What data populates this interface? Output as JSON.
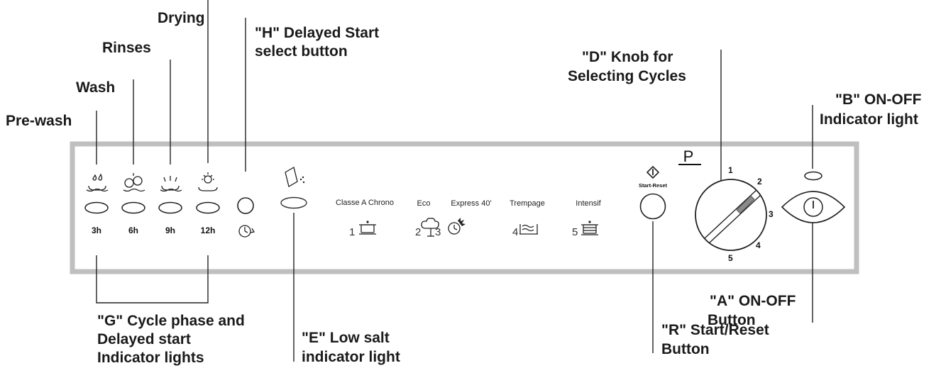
{
  "callouts": {
    "drying": "Drying",
    "rinses": "Rinses",
    "wash": "Wash",
    "prewash": "Pre-wash",
    "h_line1": "\"H\"  Delayed  Start",
    "h_line2": "select button",
    "d_line1": "\"D\" Knob for",
    "d_line2": "Selecting Cycles",
    "b_line1": "\"B\" ON-OFF",
    "b_line2": "Indicator light",
    "g_line1": "\"G\" Cycle phase and",
    "g_line2": "Delayed  start",
    "g_line3": "Indicator lights",
    "e_line1": "\"E\" Low salt",
    "e_line2": "indicator light",
    "r_line1": "\"R\"  Start/Reset",
    "r_line2": "Button",
    "a_line1": "\"A\" ON-OFF",
    "a_line2": "Button"
  },
  "timers": [
    "3h",
    "6h",
    "9h",
    "12h"
  ],
  "programs": [
    {
      "number": "1",
      "name": "Classe A Chrono",
      "icon": "pot-icon"
    },
    {
      "number": "2",
      "name": "Eco",
      "icon": "tree-icon"
    },
    {
      "number": "3",
      "name": "Express 40'",
      "icon": "express-icon"
    },
    {
      "number": "4",
      "name": "Trempage",
      "icon": "soak-icon"
    },
    {
      "number": "5",
      "name": "Intensif",
      "icon": "intensive-pot-icon"
    }
  ],
  "start_reset_label": "Start-Reset",
  "knob": {
    "p_label": "P",
    "positions": [
      "1",
      "2",
      "3",
      "4",
      "5"
    ]
  }
}
